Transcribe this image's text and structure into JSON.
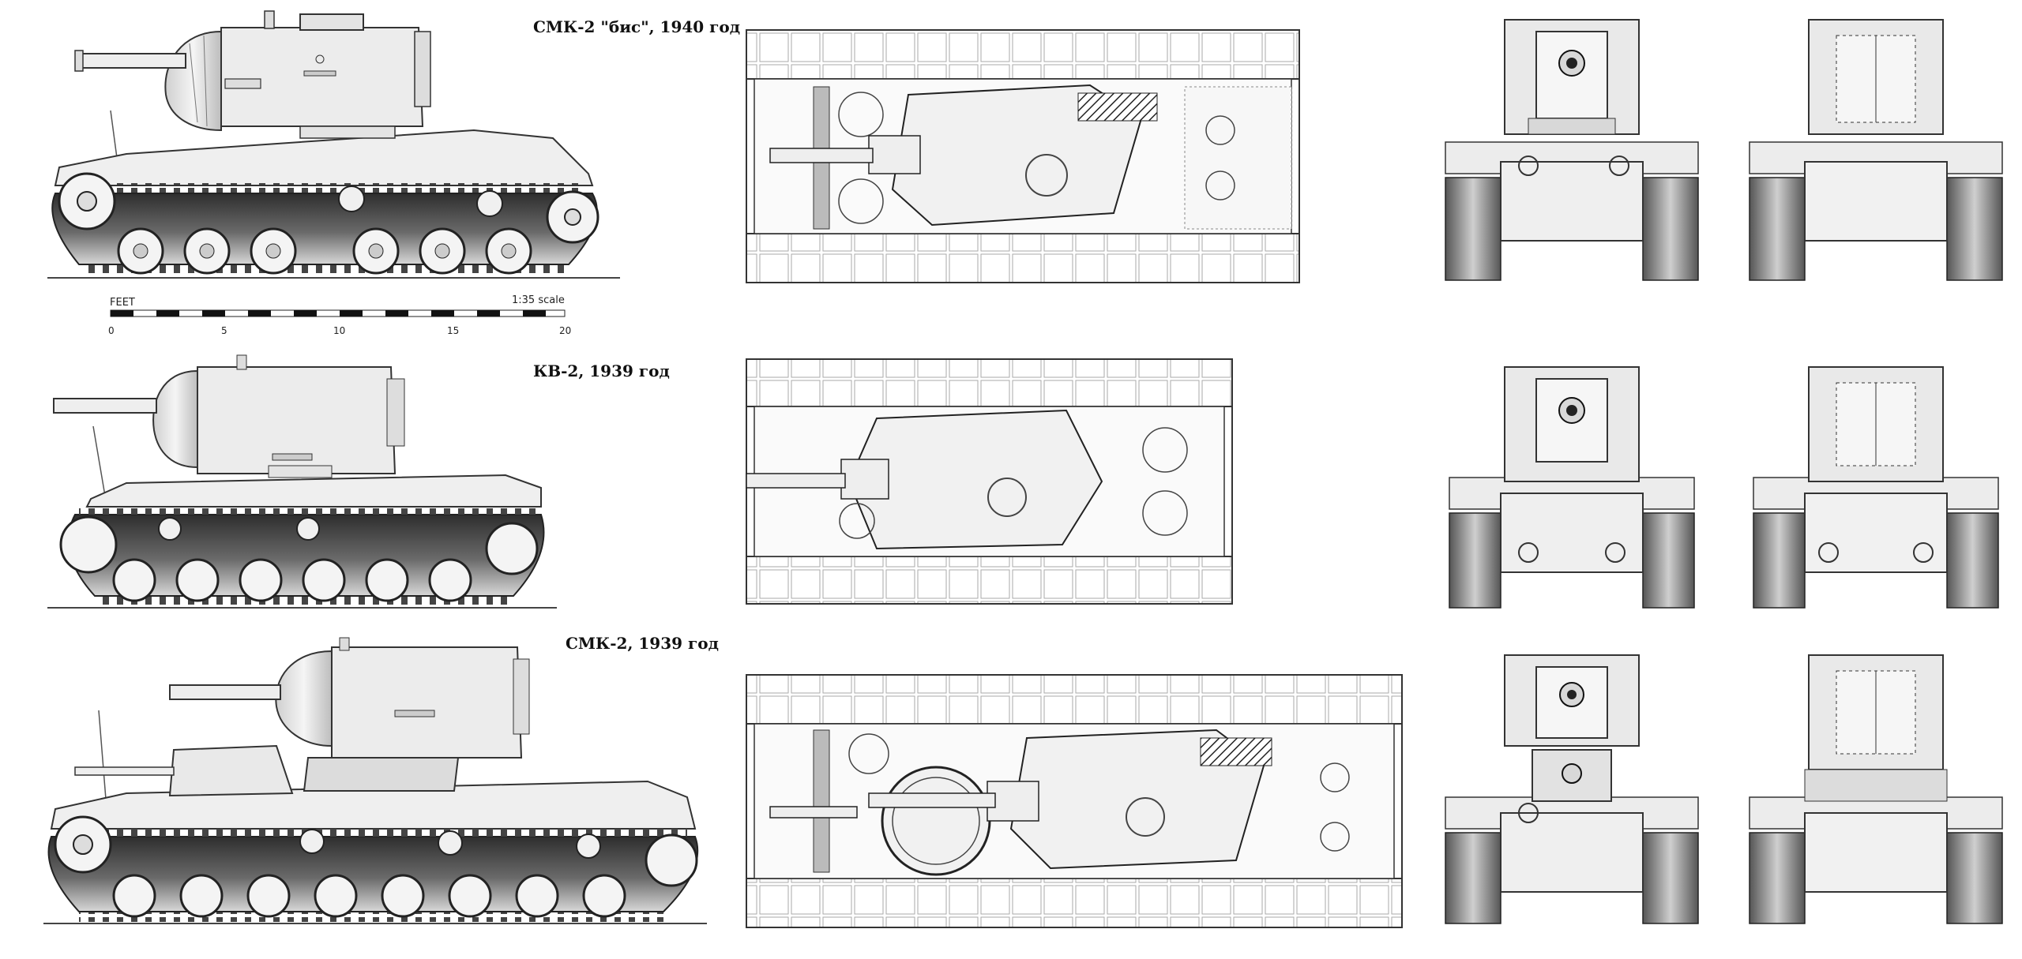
{
  "captions": {
    "smk2_bis": "СМК-2 \"бис\", 1940 год",
    "kv2": "КВ-2, 1939 год",
    "smk2": "СМК-2, 1939 год"
  },
  "scale": {
    "unit": "FEET",
    "ratio": "1:35 scale",
    "ticks": [
      "0",
      "5",
      "10",
      "15",
      "20"
    ]
  },
  "colors": {
    "line": "#333333",
    "hull": "#ededed",
    "turret": "#e6e6e6",
    "track_dark": "#3a3a3a",
    "track_mid": "#8a8a8a",
    "wheel": "#f4f4f4"
  }
}
